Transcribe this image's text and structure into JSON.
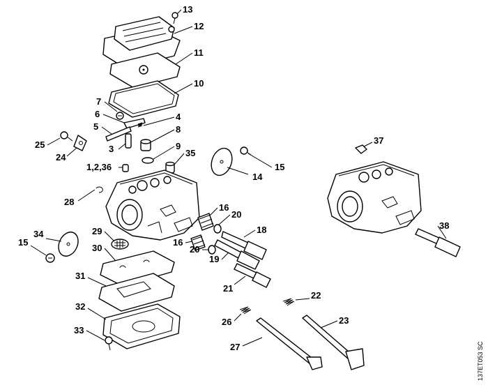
{
  "callouts": {
    "c13": "13",
    "c12": "12",
    "c11": "11",
    "c10": "10",
    "c7": "7",
    "c6": "6",
    "c4": "4",
    "c5": "5",
    "c8": "8",
    "c9": "9",
    "c25": "25",
    "c24": "24",
    "c3": "3",
    "c1_2_36": "1,2,36",
    "c35": "35",
    "c14": "14",
    "c15a": "15",
    "c15b": "15",
    "c37": "37",
    "c28": "28",
    "c16a": "16",
    "c16b": "16",
    "c20a": "20",
    "c20b": "20",
    "c18": "18",
    "c19": "19",
    "c34": "34",
    "c29": "29",
    "c30": "30",
    "c31": "31",
    "c21": "21",
    "c22": "22",
    "c23": "23",
    "c26": "26",
    "c27": "27",
    "c32": "32",
    "c33": "33",
    "c38": "38"
  },
  "drawing_code": "137ET053 SC"
}
